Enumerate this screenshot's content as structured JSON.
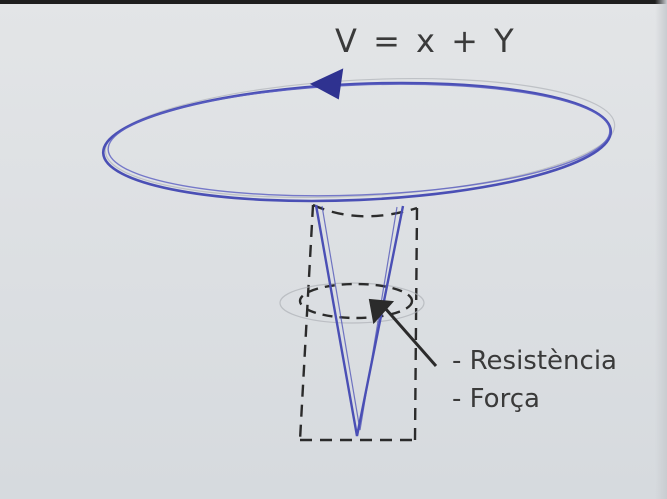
{
  "equation": "V = x + Y",
  "labels": {
    "resistance": "- Resistència",
    "force": "- Força"
  },
  "colors": {
    "paper": "#dde0e3",
    "ink_blue": "#4a4fb5",
    "ink_dark": "#2b2b2b",
    "pencil_grey": "#9a9da3"
  }
}
